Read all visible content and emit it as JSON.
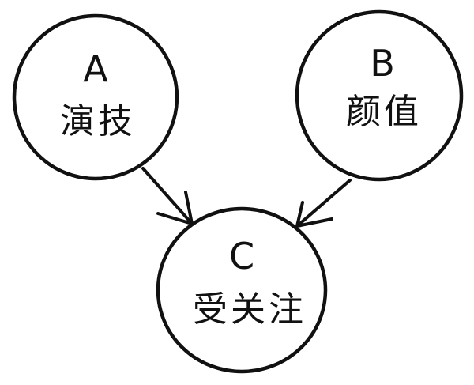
{
  "nodes": {
    "a": {
      "letter": "A",
      "label": "演技"
    },
    "b": {
      "letter": "B",
      "label": "颜值"
    },
    "c": {
      "letter": "C",
      "label": "受关注"
    }
  },
  "edges": [
    {
      "from": "A",
      "to": "C"
    },
    {
      "from": "B",
      "to": "C"
    }
  ],
  "colors": {
    "stroke": "#111111",
    "background": "#ffffff"
  }
}
